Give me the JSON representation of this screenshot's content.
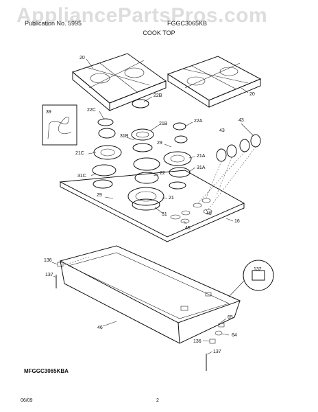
{
  "watermark": "AppliancePartsPros.com",
  "header": {
    "publication": "Publication No. 5995",
    "model_ref": "FGGC3065KB",
    "section_title": "COOK TOP"
  },
  "callouts": {
    "c20a": "20",
    "c20b": "20",
    "c22b": "22B",
    "c22c": "22C",
    "c39": "39",
    "c21b": "21B",
    "c22a": "22A",
    "c43a": "43",
    "c43b": "43",
    "c31b": "31B",
    "c29a": "29",
    "c21a": "21A",
    "c21c": "21C",
    "c31a": "31A",
    "c22": "22",
    "c31c": "31C",
    "c21": "21",
    "c29b": "29",
    "c45a": "45",
    "c31": "31",
    "c45b": "45",
    "c16": "16",
    "c132": "132",
    "c136a": "136",
    "c137a": "137",
    "c46": "46",
    "c65": "65",
    "c64": "64",
    "c136b": "136",
    "c137b": "137"
  },
  "footer": {
    "model": "MFGGC3065KBA",
    "date": "06/09",
    "page": "2"
  }
}
